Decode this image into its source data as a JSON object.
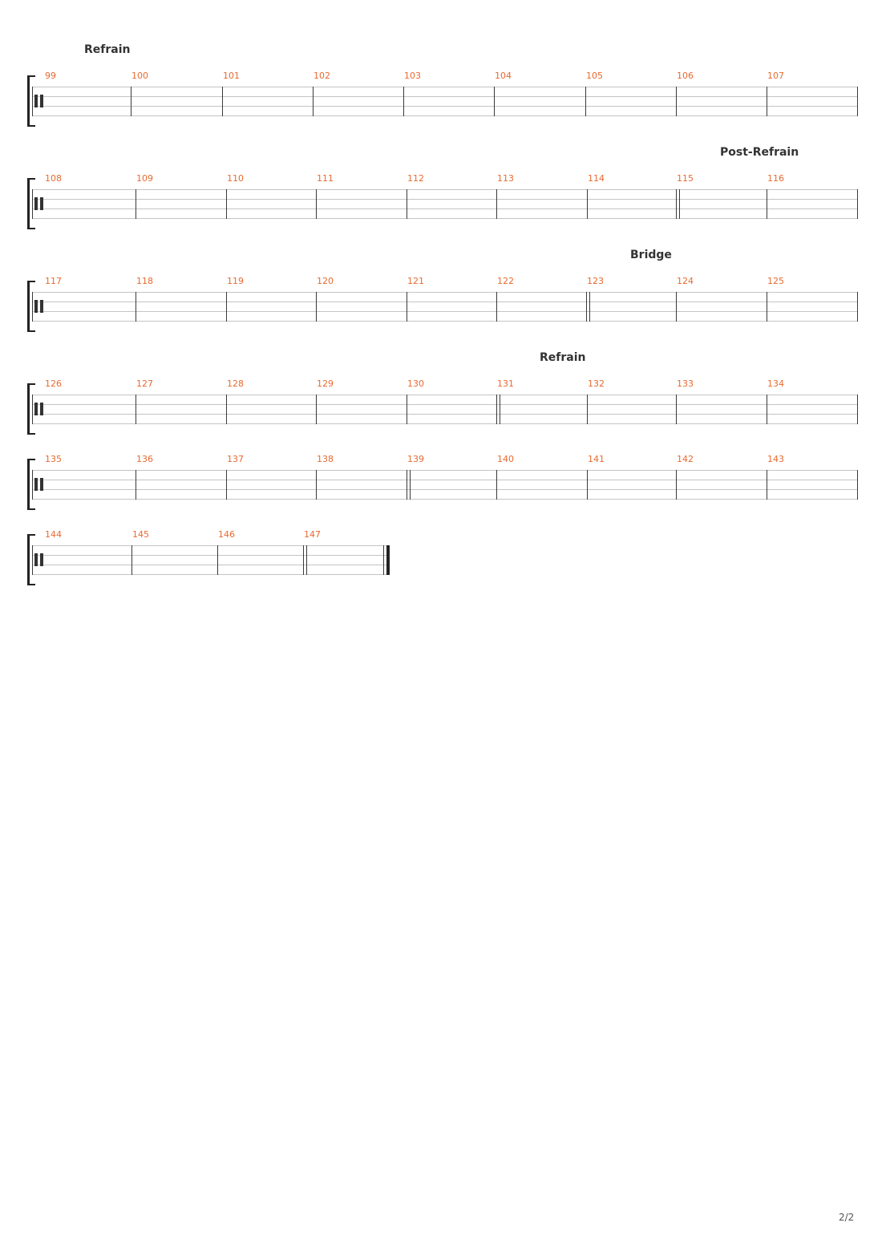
{
  "page_number": "2/2",
  "systems": [
    {
      "section": "Refrain",
      "bars": [
        "99",
        "100",
        "101",
        "102",
        "103",
        "104",
        "105",
        "106",
        "107"
      ]
    },
    {
      "section": "Post-Refrain",
      "bars": [
        "108",
        "109",
        "110",
        "111",
        "112",
        "113",
        "114",
        "115",
        "116"
      ]
    },
    {
      "section": "Bridge",
      "bars": [
        "117",
        "118",
        "119",
        "120",
        "121",
        "122",
        "123",
        "124",
        "125"
      ]
    },
    {
      "section": "Refrain",
      "bars": [
        "126",
        "127",
        "128",
        "129",
        "130",
        "131",
        "132",
        "133",
        "134"
      ]
    },
    {
      "section": "",
      "bars": [
        "135",
        "136",
        "137",
        "138",
        "139",
        "140",
        "141",
        "142",
        "143"
      ]
    },
    {
      "section": "",
      "bars": [
        "144",
        "145",
        "146",
        "147"
      ]
    }
  ],
  "colors": {
    "bar_number": "#e8692f",
    "staff_line": "#c4c4c4",
    "barline": "#3a3a3a"
  }
}
